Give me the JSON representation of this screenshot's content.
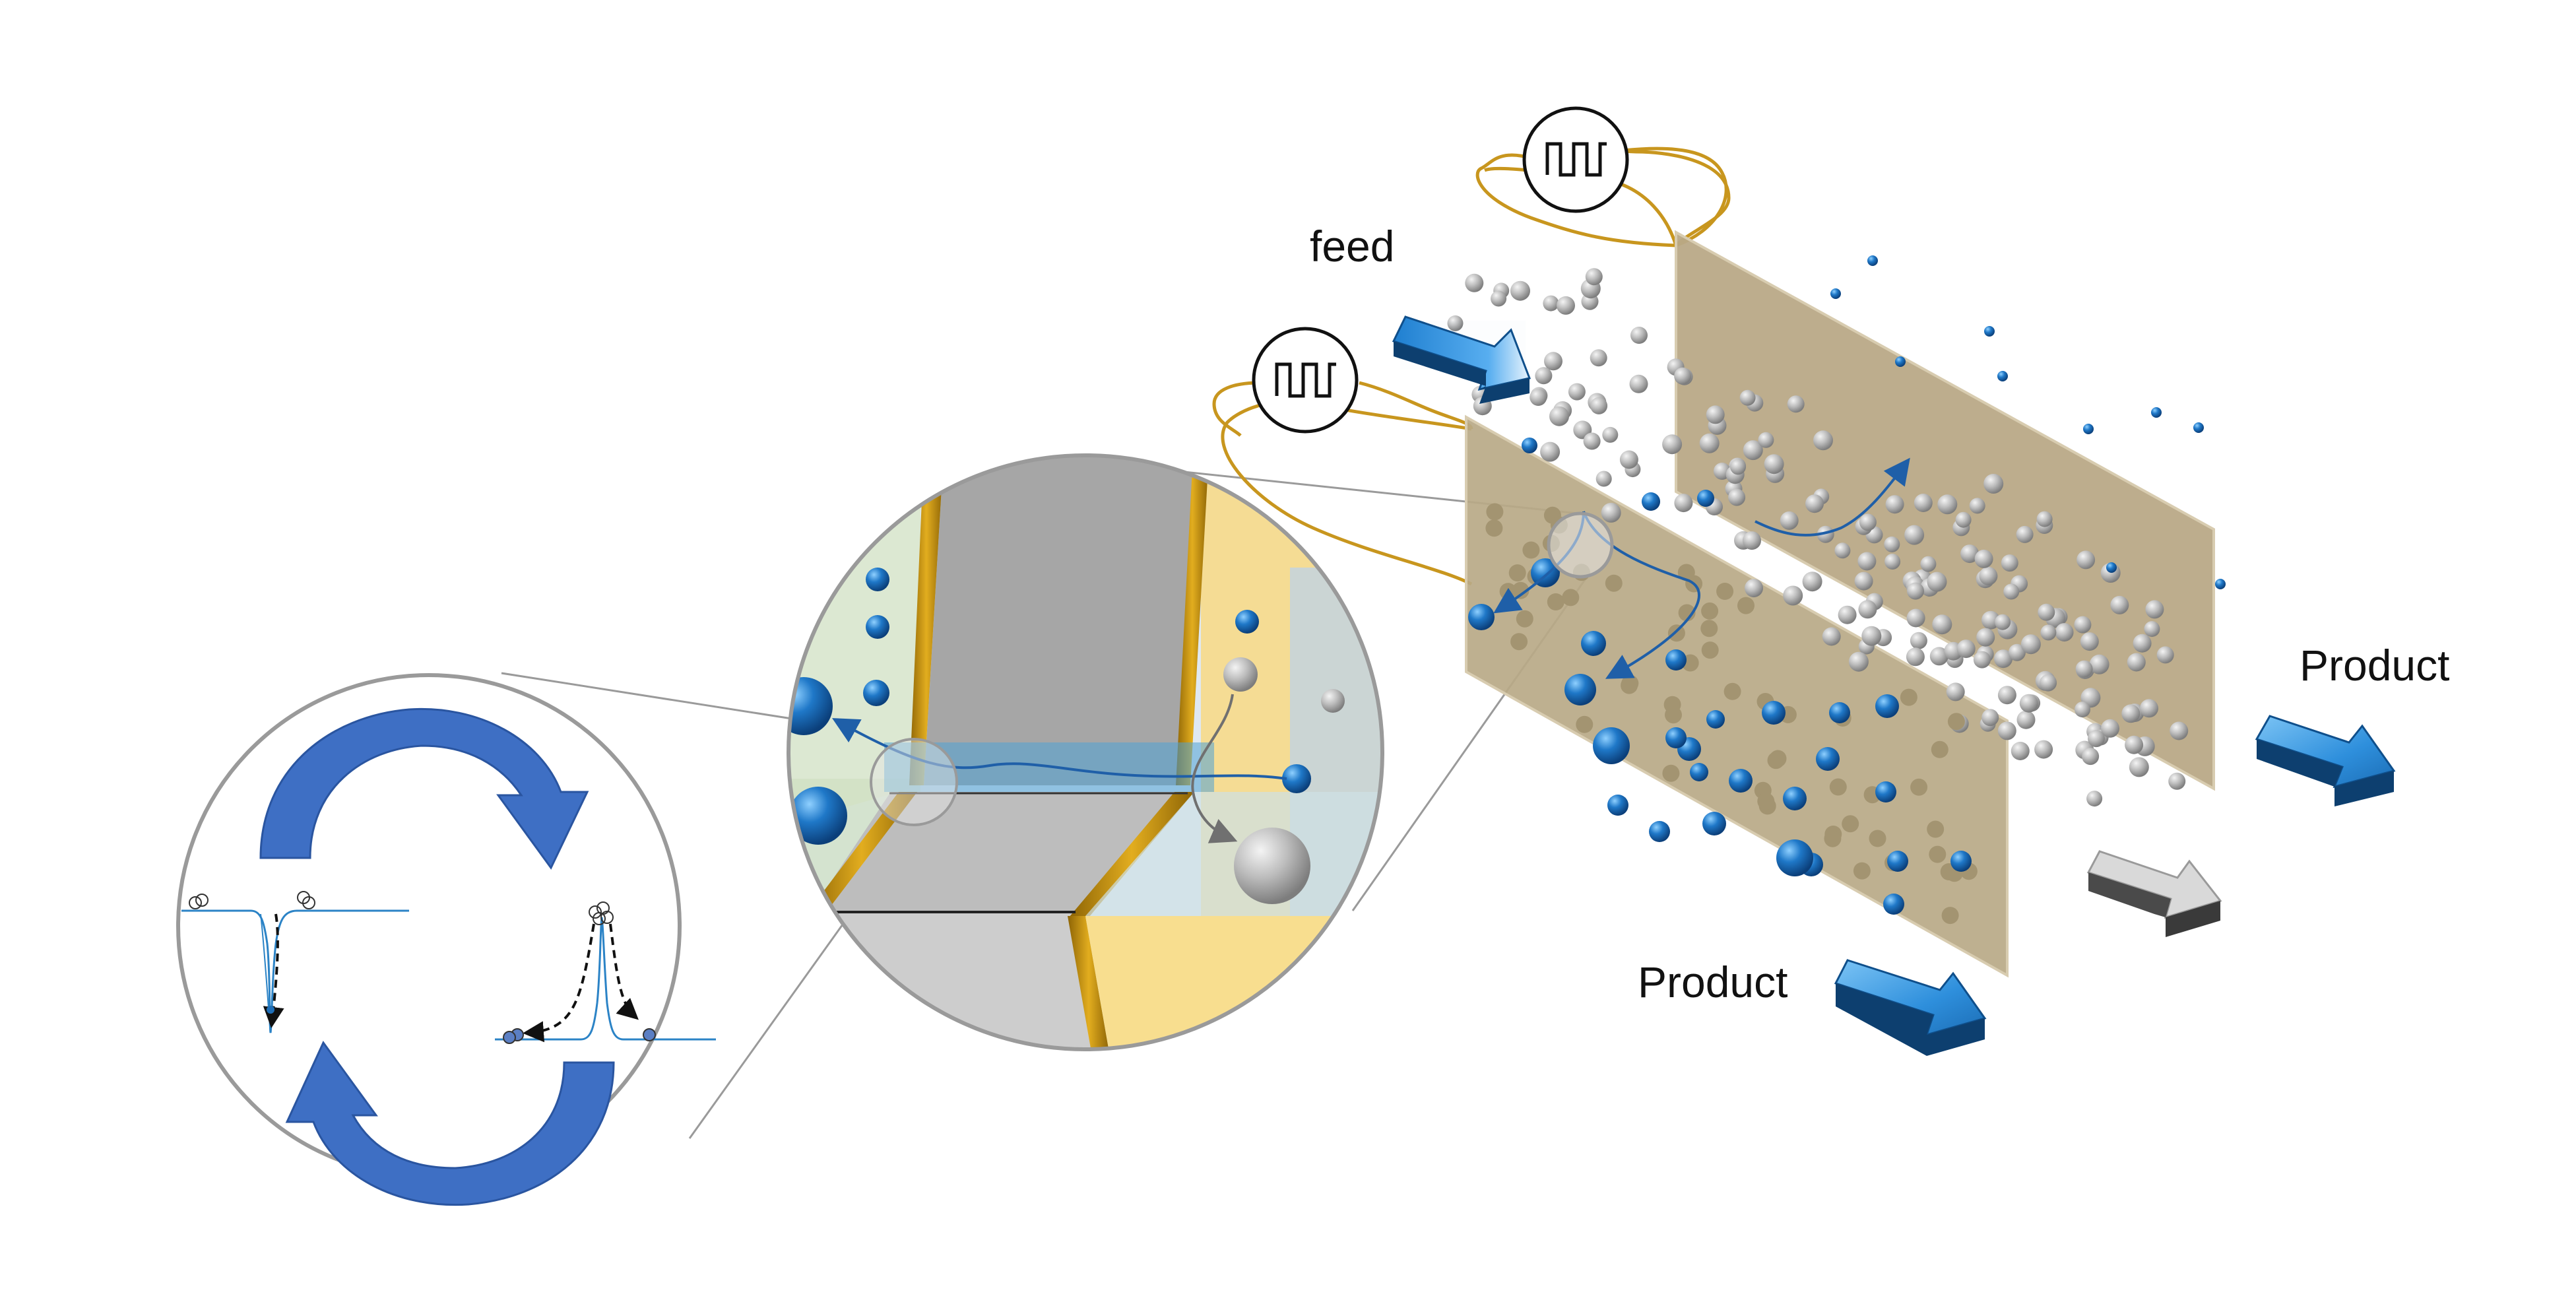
{
  "labels": {
    "feed": "feed",
    "product_right": "Product",
    "product_bottom": "Product"
  },
  "icons": {
    "pulse_generator": "square-wave-pulse-icon",
    "inflow_arrow": "feed-arrow-icon",
    "outflow_arrow": "product-arrow-icon",
    "cycle_arrow": "cycle-arrow-icon"
  },
  "colors": {
    "membrane": "#b9a987",
    "electrode_gold": "#d4a017",
    "wire": "#c8961e",
    "ion_blue": "#1f6fb8",
    "particle_gray": "#b5b5b5",
    "arrow_blue": "#2f8fd8",
    "arrow_gray": "#bdbdbd",
    "cycle_blue": "#3e6fc4",
    "curve_blue": "#2b83c6"
  }
}
